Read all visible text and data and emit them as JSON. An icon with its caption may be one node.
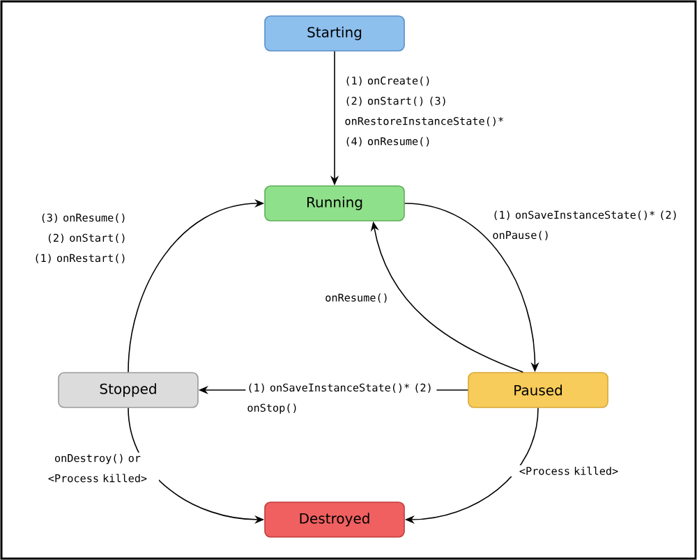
{
  "diagram": {
    "nodes": [
      {
        "text": [
          "Starting"
        ]
      },
      {
        "text": [
          "Running"
        ]
      },
      {
        "text": [
          "Paused"
        ]
      },
      {
        "text": [
          "Stopped"
        ]
      },
      {
        "text": [
          "Destroyed"
        ]
      }
    ],
    "edges": [
      {
        "from": 0,
        "to": 1,
        "arrow": "to",
        "label": "(1) onCreate() (2) onStart() (3) onRestoreInstanceState()* (4) onResume()"
      },
      {
        "from": 1,
        "to": 2,
        "arrow": "to",
        "label": "(1) onSaveInstanceState()* (2) onPause()"
      },
      {
        "from": 2,
        "to": 1,
        "arrow": "to",
        "label": "onResume()"
      },
      {
        "from": 2,
        "to": 3,
        "arrow": "to",
        "label": "(1) onSaveInstanceState()* (2) onStop()"
      },
      {
        "from": 3,
        "to": 1,
        "arrow": "to",
        "label": "(3) onResume() (2) onStart() (1) onRestart()"
      },
      {
        "from": 3,
        "to": 4,
        "arrow": "to",
        "label": "onDestroy() or <Process killed>"
      },
      {
        "from": 2,
        "to": 4,
        "arrow": "to",
        "label": "<Process killed>"
      }
    ]
  }
}
